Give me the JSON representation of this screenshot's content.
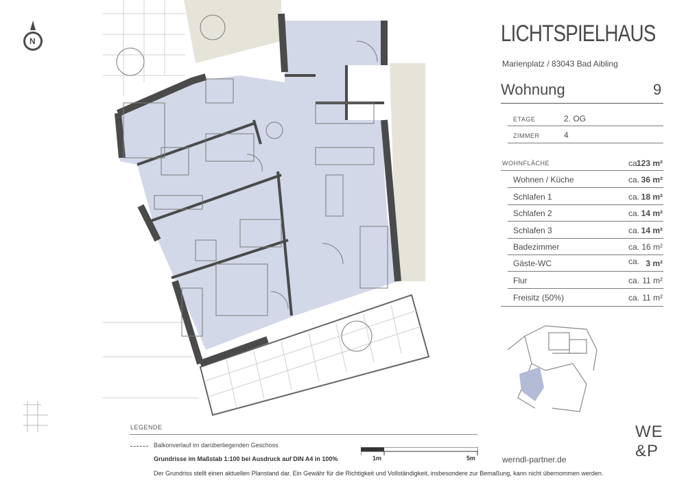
{
  "brand": {
    "name": "LICHTSPIELHAUS",
    "address": "Marienplatz / 83043 Bad Aibling"
  },
  "unit": {
    "label": "Wohnung",
    "number": "9"
  },
  "meta": [
    {
      "key": "ETAGE",
      "value": "2. OG"
    },
    {
      "key": "ZIMMER",
      "value": "4"
    }
  ],
  "area_total": {
    "label": "WOHNFLÄCHE",
    "ca": "ca.",
    "value": "123 m²"
  },
  "rooms": [
    {
      "label": "Wohnen / Küche",
      "ca": "ca.",
      "value": "36 m²",
      "bold": true
    },
    {
      "label": "Schlafen 1",
      "ca": "ca.",
      "value": "18 m²",
      "bold": true
    },
    {
      "label": "Schlafen 2",
      "ca": "ca.",
      "value": "14 m²",
      "bold": true
    },
    {
      "label": "Schlafen 3",
      "ca": "ca.",
      "value": "14 m²",
      "bold": true
    },
    {
      "label": "Badezimmer",
      "ca": "ca.",
      "value": "16 m²",
      "bold": false
    },
    {
      "label": "Gäste-WC",
      "ca": "ca.",
      "value": "3 m²",
      "bold": true
    },
    {
      "label": "Flur",
      "ca": "ca.",
      "value": "11 m²",
      "bold": false
    },
    {
      "label": "Freisitz (50%)",
      "ca": "ca.",
      "value": "11 m²",
      "bold": false
    }
  ],
  "legend": {
    "title": "LEGENDE",
    "balcony_text": "Balkonverlauf im darüberliegenden Geschoss",
    "scale_text": "Grundrisse im Maßstab 1:100 bei Ausdruck auf DIN A4 in 100%",
    "disclaimer": "Der Grundriss stellt einen aktuellen Planstand dar. Ein Gewähr für die Richtigkeit und Vollständigkeit, insbesondere zur Bemaßung, kann nicht übernommen werden.",
    "scale_1": "1m",
    "scale_5": "5m"
  },
  "website": "werndl-partner.de",
  "compass": {
    "letter": "N"
  },
  "logo": {
    "line1": "WE",
    "line2": "&P"
  },
  "colors": {
    "room_fill": "#d3d8e8",
    "wall": "#4a4a4a",
    "terrace": "#e6e3d8",
    "line": "#888888"
  }
}
